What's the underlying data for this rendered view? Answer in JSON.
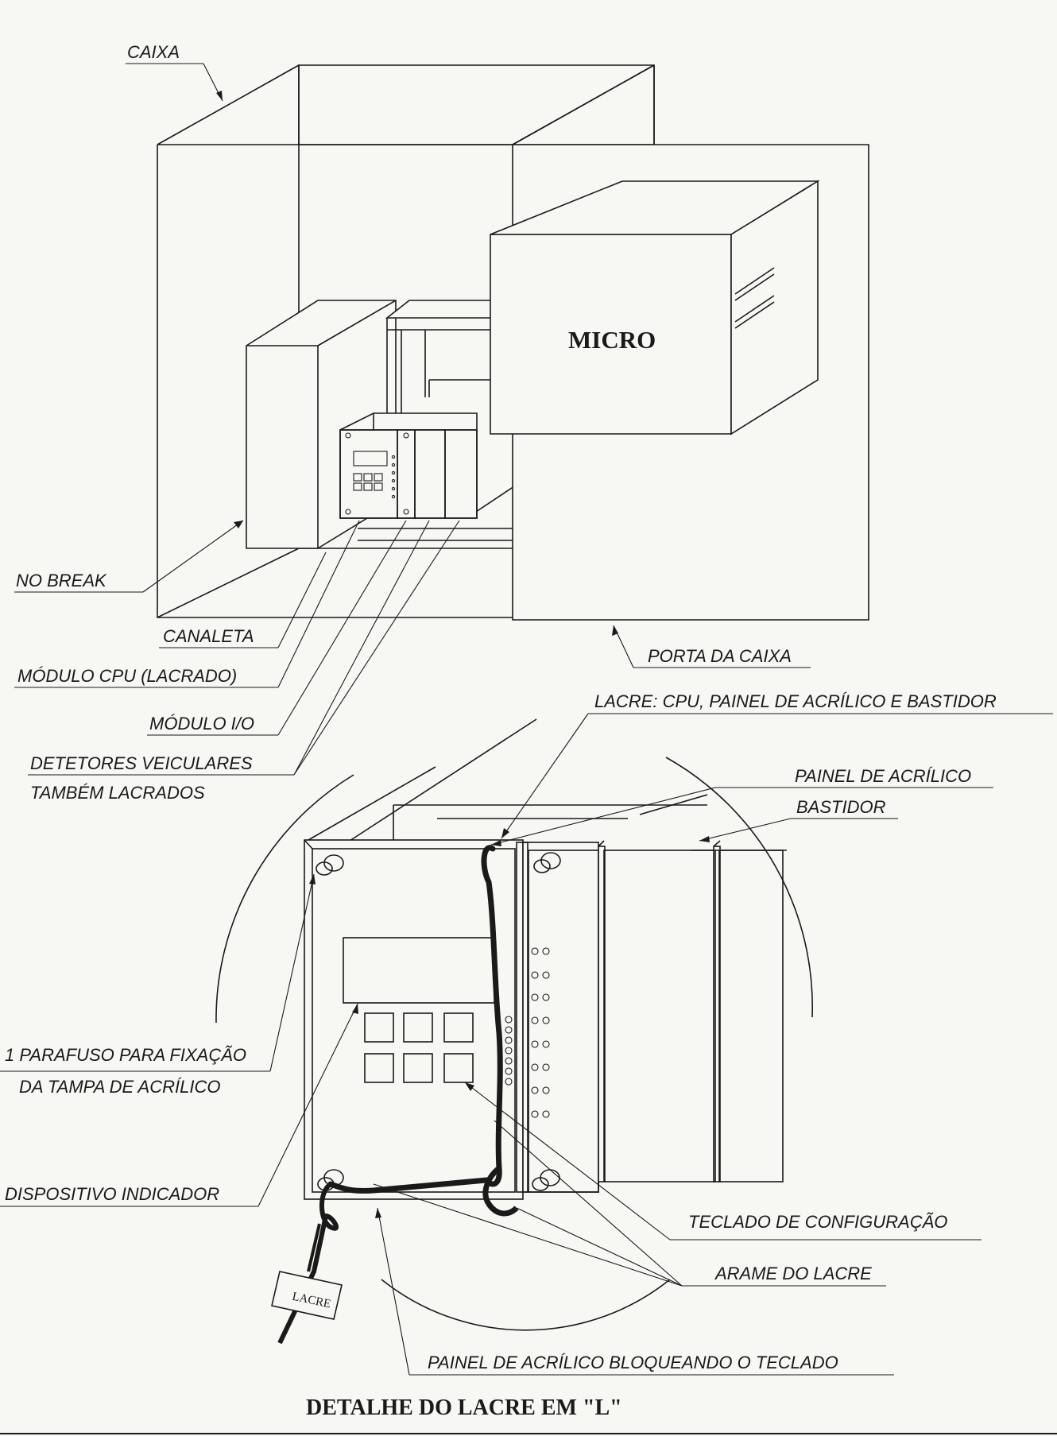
{
  "labels": {
    "caixa": "CAIXA",
    "micro": "MICRO",
    "no_break": "NO BREAK",
    "canaleta": "CANALETA",
    "modulo_cpu": "MÓDULO CPU (LACRADO)",
    "modulo_io": "MÓDULO I/O",
    "detetores_1": "DETETORES VEICULARES",
    "detetores_2": "TAMBÉM LACRADOS",
    "porta_da_caixa": "PORTA DA CAIXA",
    "lacre_cpu": "LACRE: CPU, PAINEL DE ACRÍLICO E BASTIDOR",
    "painel_de_acrilico": "PAINEL DE ACRÍLICO",
    "bastidor": "BASTIDOR",
    "parafuso_1": "1 PARAFUSO PARA FIXAÇÃO",
    "parafuso_2": "DA TAMPA DE ACRÍLICO",
    "dispositivo_indicador": "DISPOSITIVO INDICADOR",
    "teclado_de_configuracao": "TECLADO DE CONFIGURAÇÃO",
    "arame_do_lacre": "ARAME DO LACRE",
    "painel_bloqueando": "PAINEL DE ACRÍLICO BLOQUEANDO O TECLADO",
    "lacre_tag": "LACRE"
  },
  "title": "DETALHE DO LACRE EM \"L\""
}
